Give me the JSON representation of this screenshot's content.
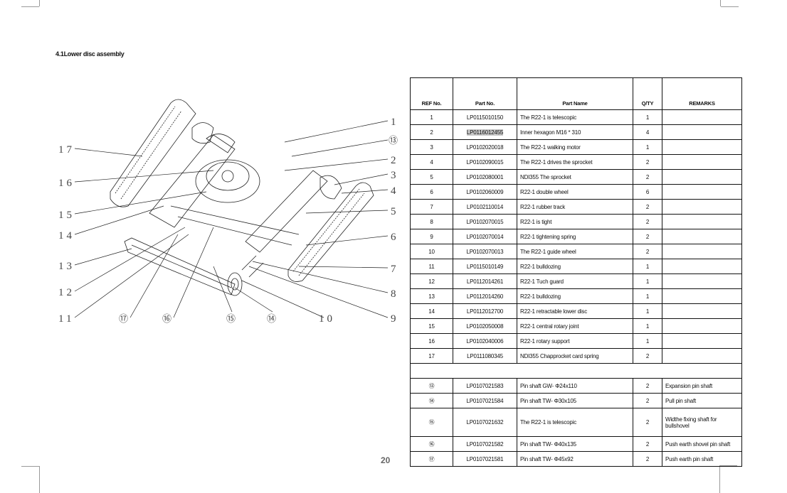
{
  "section_title": "4.1Lower disc assembly",
  "page_number": "20",
  "diagram": {
    "right_labels": [
      "1",
      "⑬",
      "2",
      "3",
      "4",
      "5",
      "6",
      "7",
      "8",
      "9"
    ],
    "left_labels": [
      "17",
      "16",
      "15",
      "14",
      "13",
      "12",
      "11"
    ],
    "bottom_labels": [
      "⑰",
      "⑯",
      "⑮",
      "⑭",
      "10"
    ]
  },
  "table": {
    "headers": [
      "REF No.",
      "Part No.",
      "Part Name",
      "Q/TY",
      "REMARKS"
    ],
    "rows": [
      {
        "ref": "1",
        "part_no": "LP0115010150",
        "name": "The R22-1 is telescopic",
        "qty": "1",
        "remarks": ""
      },
      {
        "ref": "2",
        "part_no": "LP0116012455",
        "name": "Inner hexagon M16 * 310",
        "qty": "4",
        "remarks": ""
      },
      {
        "ref": "3",
        "part_no": "LP0102020018",
        "name": "The R22-1 walking motor",
        "qty": "1",
        "remarks": ""
      },
      {
        "ref": "4",
        "part_no": "LP0102090015",
        "name": "The R22-1 drives the sprocket",
        "qty": "2",
        "remarks": ""
      },
      {
        "ref": "5",
        "part_no": "LP0102080001",
        "name": "NDI355 The sprocket",
        "qty": "2",
        "remarks": ""
      },
      {
        "ref": "6",
        "part_no": "LP0102060009",
        "name": "R22-1 double wheel",
        "qty": "6",
        "remarks": ""
      },
      {
        "ref": "7",
        "part_no": "LP0102110014",
        "name": "R22-1 rubber track",
        "qty": "2",
        "remarks": ""
      },
      {
        "ref": "8",
        "part_no": "LP0102070015",
        "name": "R22-1 is tight",
        "qty": "2",
        "remarks": ""
      },
      {
        "ref": "9",
        "part_no": "LP0102070014",
        "name": "R22-1 tightening spring",
        "qty": "2",
        "remarks": ""
      },
      {
        "ref": "10",
        "part_no": "LP0102070013",
        "name": "The R22-1 guide wheel",
        "qty": "2",
        "remarks": ""
      },
      {
        "ref": "11",
        "part_no": "LP0115010149",
        "name": "R22-1 bulldozing",
        "qty": "1",
        "remarks": ""
      },
      {
        "ref": "12",
        "part_no": "LP0112014261",
        "name": "R22-1 Tuch guard",
        "qty": "1",
        "remarks": ""
      },
      {
        "ref": "13",
        "part_no": "LP0112014260",
        "name": "R22-1 bulldozing",
        "qty": "1",
        "remarks": ""
      },
      {
        "ref": "14",
        "part_no": "LP0112012700",
        "name": "R22-1 retractable lower disc",
        "qty": "1",
        "remarks": ""
      },
      {
        "ref": "15",
        "part_no": "LP0102050008",
        "name": "R22-1 central rotary joint",
        "qty": "1",
        "remarks": ""
      },
      {
        "ref": "16",
        "part_no": "LP0102040006",
        "name": "R22-1 rotary support",
        "qty": "1",
        "remarks": ""
      },
      {
        "ref": "17",
        "part_no": "LP0111080345",
        "name": "NDI355 Chapprocket card spring",
        "qty": "2",
        "remarks": ""
      }
    ],
    "pin_rows": [
      {
        "ref": "⑬",
        "part_no": "LP0107021583",
        "name": "Pin shaft GW-  Φ24x110",
        "qty": "2",
        "remarks": "Expansion pin shaft"
      },
      {
        "ref": "⑭",
        "part_no": "LP0107021584",
        "name": "Pin shaft TW-  Φ30x105",
        "qty": "2",
        "remarks": "Pull pin shaft"
      },
      {
        "ref": "⑮",
        "part_no": "LP0107021632",
        "name": "The R22-1 is telescopic",
        "qty": "2",
        "remarks": "Widthe fixing shaft for bullshovel"
      },
      {
        "ref": "⑯",
        "part_no": "LP0107021582",
        "name": "Pin shaft TW-  Φ40x135",
        "qty": "2",
        "remarks": "Push earth shovel pin shaft"
      },
      {
        "ref": "⑰",
        "part_no": "LP0107021581",
        "name": "Pin shaft TW-  Φ45x92",
        "qty": "2",
        "remarks": "Push earth pin shaft"
      }
    ]
  }
}
